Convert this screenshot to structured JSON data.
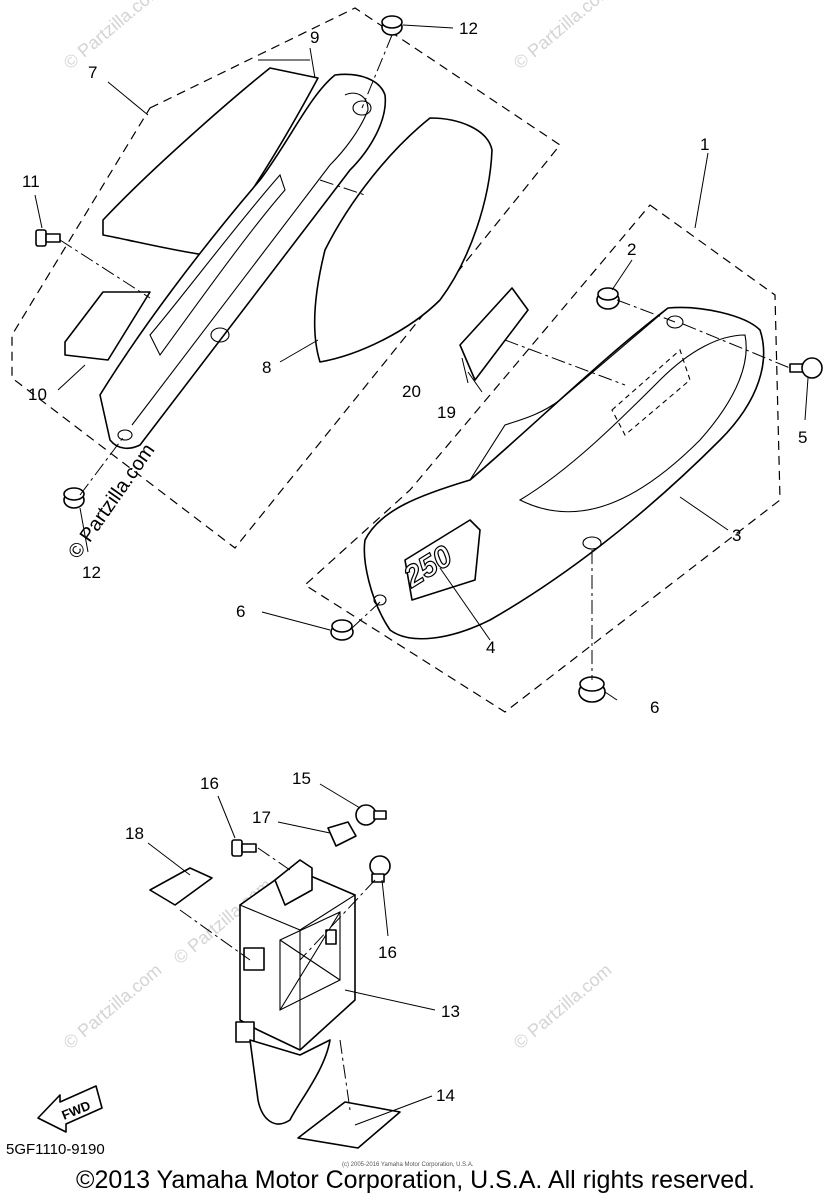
{
  "diagram": {
    "code": "5GF1110-9190",
    "copyright": "©2013 Yamaha Motor Corporation, U.S.A. All rights reserved.",
    "copyright_small": "(c) 2005-2016 Yamaha Motor Corporation, U.S.A.",
    "fwd_label": "FWD",
    "watermark": "© Partzilla.com",
    "callouts": {
      "c1": "1",
      "c2": "2",
      "c3": "3",
      "c4": "4",
      "c5": "5",
      "c6a": "6",
      "c6b": "6",
      "c7": "7",
      "c8": "8",
      "c9": "9",
      "c10": "10",
      "c11": "11",
      "c12a": "12",
      "c12b": "12",
      "c13": "13",
      "c14": "14",
      "c15": "15",
      "c16a": "16",
      "c16b": "16",
      "c17": "17",
      "c18": "18",
      "c19": "19",
      "c20": "20"
    },
    "emblem_number": "250"
  }
}
